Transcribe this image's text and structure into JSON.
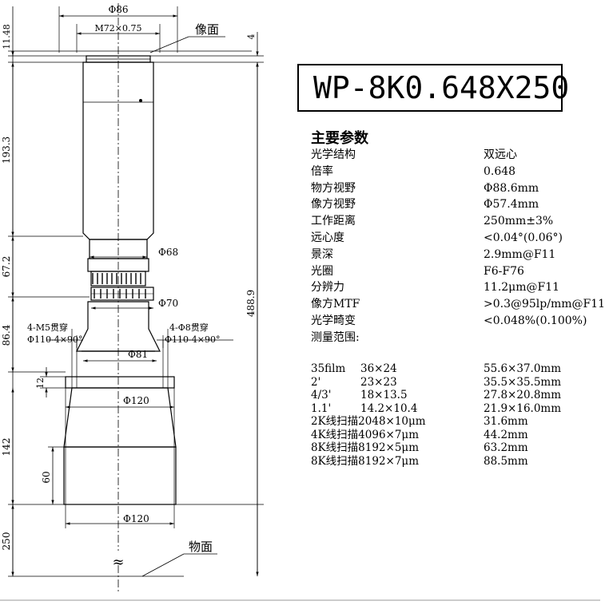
{
  "drawing": {
    "labels": {
      "d86": "Φ86",
      "thread": "M72×0.75",
      "image_plane": "像面",
      "d68": "Φ68",
      "d70": "Φ70",
      "holes_left_1": "4-M5贯穿",
      "holes_left_2": "Φ110-4×90°",
      "holes_right_1": "4-Φ8贯穿",
      "holes_right_2": "Φ110-4×90°",
      "d81": "Φ81",
      "d120_top": "Φ120",
      "d120_bottom": "Φ120",
      "object_plane": "物面",
      "break_mark": "≈"
    },
    "dimensions_left": [
      "11.48",
      "193.3",
      "67.2",
      "86.4",
      "12",
      "142",
      "60",
      "250"
    ],
    "dimension_right_top": "4",
    "dimension_total": "488.9"
  },
  "model": "WP-8K0.648X250",
  "spec": {
    "title": "主要参数",
    "rows": [
      {
        "k": "光学结构",
        "v": "双远心"
      },
      {
        "k": "倍率",
        "v": "0.648"
      },
      {
        "k": "物方视野",
        "v": "Φ88.6mm"
      },
      {
        "k": "像方视野",
        "v": "Φ57.4mm"
      },
      {
        "k": "工作距离",
        "v": "250mm±3%"
      },
      {
        "k": "远心度",
        "v": "<0.04°(0.06°)"
      },
      {
        "k": "景深",
        "v": "2.9mm@F11"
      },
      {
        "k": "光圈",
        "v": "F6-F76"
      },
      {
        "k": "分辨力",
        "v": "11.2μm@F11"
      },
      {
        "k": "像方MTF",
        "v": ">0.3@95lp/mm@F11"
      },
      {
        "k": "光学畸变",
        "v": "<0.048%(0.100%)"
      },
      {
        "k": "测量范围:",
        "v": ""
      }
    ],
    "formats": [
      {
        "name": "35film",
        "size": "36×24",
        "fov": "55.6×37.0mm"
      },
      {
        "name": "2'",
        "size": "23×23",
        "fov": "35.5×35.5mm"
      },
      {
        "name": "4/3'",
        "size": "18×13.5",
        "fov": "27.8×20.8mm"
      },
      {
        "name": "1.1'",
        "size": "14.2×10.4",
        "fov": "21.9×16.0mm"
      },
      {
        "name": "2K线扫描2048×10μm",
        "size": "",
        "fov": "31.6mm"
      },
      {
        "name": "4K线扫描4096×7μm",
        "size": "",
        "fov": "44.2mm"
      },
      {
        "name": "8K线扫描8192×5μm",
        "size": "",
        "fov": "63.2mm"
      },
      {
        "name": "8K线扫描8192×7μm",
        "size": "",
        "fov": "88.5mm"
      }
    ]
  }
}
